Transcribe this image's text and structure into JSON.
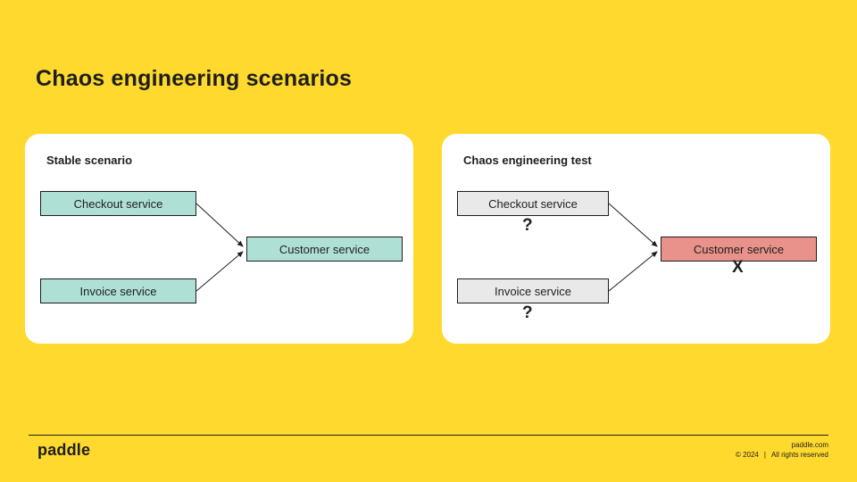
{
  "title": "Chaos engineering scenarios",
  "colors": {
    "background": "#FFD92E",
    "card": "#FFFFFF",
    "node_stable": "#AFE0D6",
    "node_unknown": "#E9E9E9",
    "node_failed": "#E8928B",
    "text": "#1E1E1E"
  },
  "stable_card": {
    "heading": "Stable scenario",
    "nodes": {
      "checkout": "Checkout service",
      "invoice": "Invoice service",
      "customer": "Customer service"
    }
  },
  "chaos_card": {
    "heading": "Chaos engineering test",
    "nodes": {
      "checkout": "Checkout service",
      "invoice": "Invoice service",
      "customer": "Customer service"
    },
    "marks": {
      "checkout": "?",
      "invoice": "?",
      "customer": "X"
    }
  },
  "footer": {
    "logo": "paddle",
    "website": "paddle.com",
    "copyright": "© 2024",
    "divider": "|",
    "rights": "All rights reserved"
  }
}
